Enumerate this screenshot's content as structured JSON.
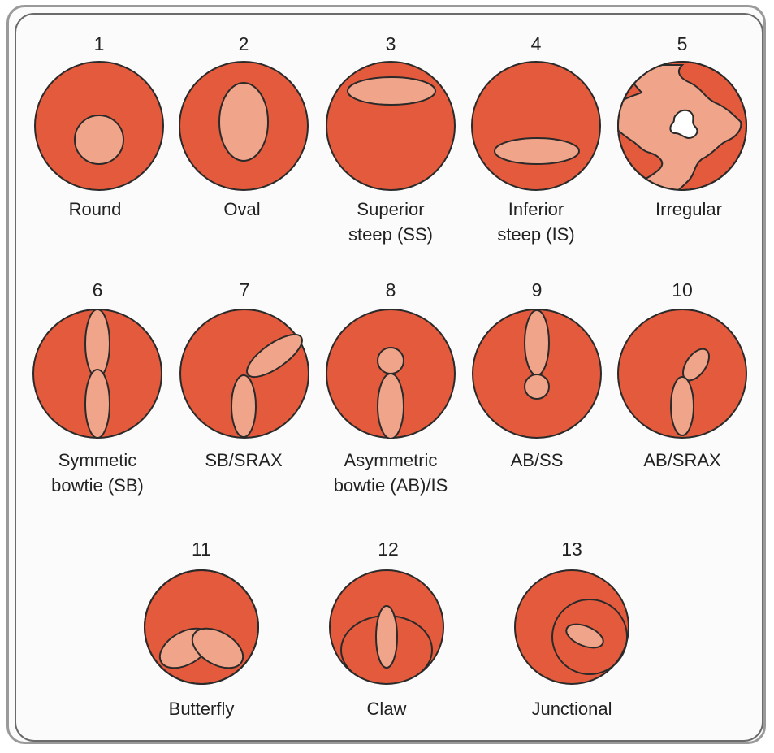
{
  "patterns": [
    {
      "number": "1",
      "label_lines": [
        "Round"
      ]
    },
    {
      "number": "2",
      "label_lines": [
        "Oval"
      ]
    },
    {
      "number": "3",
      "label_lines": [
        "Superior",
        "steep (SS)"
      ]
    },
    {
      "number": "4",
      "label_lines": [
        "Inferior",
        "steep (IS)"
      ]
    },
    {
      "number": "5",
      "label_lines": [
        "Irregular"
      ]
    },
    {
      "number": "6",
      "label_lines": [
        "Symmetic",
        "bowtie (SB)"
      ]
    },
    {
      "number": "7",
      "label_lines": [
        "SB/SRAX"
      ]
    },
    {
      "number": "8",
      "label_lines": [
        "Asymmetric",
        "bowtie (AB)/IS"
      ]
    },
    {
      "number": "9",
      "label_lines": [
        "AB/SS"
      ]
    },
    {
      "number": "10",
      "label_lines": [
        "AB/SRAX"
      ]
    },
    {
      "number": "11",
      "label_lines": [
        "Butterfly"
      ]
    },
    {
      "number": "12",
      "label_lines": [
        "Claw"
      ]
    },
    {
      "number": "13",
      "label_lines": [
        "Junctional"
      ]
    }
  ],
  "colors": {
    "disc": "#e45a3c",
    "highlight": "#f0a58a",
    "outline": "#2a2a2a",
    "frame": "#9a9a9a"
  }
}
